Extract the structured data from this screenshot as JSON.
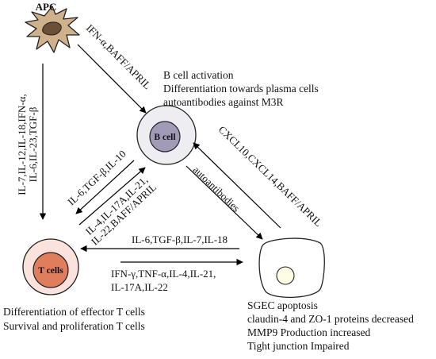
{
  "nodes": {
    "apc": {
      "label": "APC"
    },
    "b_cell": {
      "label": "B cell"
    },
    "t_cells": {
      "label": "T cells"
    },
    "sgec": {
      "label": ""
    }
  },
  "arrow_labels": {
    "apc_to_b": "IFN-α,BAFF/APRIL",
    "apc_to_t_line1": "IL-7,IL-12,IL-18,IFN-α,",
    "apc_to_t_line2": "IL-6,IL-23,TGF-β",
    "b_to_t": "IL-6,TGF-β,IL-10",
    "t_to_b_line1": "IL-4,IL-17A,IL-21,",
    "t_to_b_line2": "IL-22,BAFF/APRIL",
    "sgec_to_b": "CXCL10,CXCL14,BAFF/APRIL",
    "b_to_sgec": "autoantibodies",
    "sgec_to_t": "IL-6,TGF-β,IL-7,IL-18",
    "t_to_sgec_line1": "IFN-γ,TNF-α,IL-4,IL-21,",
    "t_to_sgec_line2": "IL-17A,IL-22"
  },
  "text_blocks": {
    "b_cell_effects": [
      "B cell activation",
      "Differentiation towards plasma cells",
      "autoantibodies against M3R"
    ],
    "t_cell_effects": [
      "Differentiation of effector T cells",
      "Survival and proliferation T cells"
    ],
    "sgec_effects": [
      "SGEC apoptosis",
      "claudin-4 and ZO-1 proteins decreased",
      "MMP9 Production increased",
      "Tight junction Impaired"
    ]
  },
  "colors": {
    "cell_outline": "#222222",
    "b_cell_outer": "#eeeef2",
    "b_cell_nucleus": "#a29bb8",
    "t_cell_outer": "#fbe2dc",
    "t_cell_nucleus": "#df7d5c",
    "apc_body": "#cfb18c",
    "apc_nucleus": "#6b4f36",
    "sgec_nucleus": "#fdfde6",
    "arrow": "#000000"
  }
}
